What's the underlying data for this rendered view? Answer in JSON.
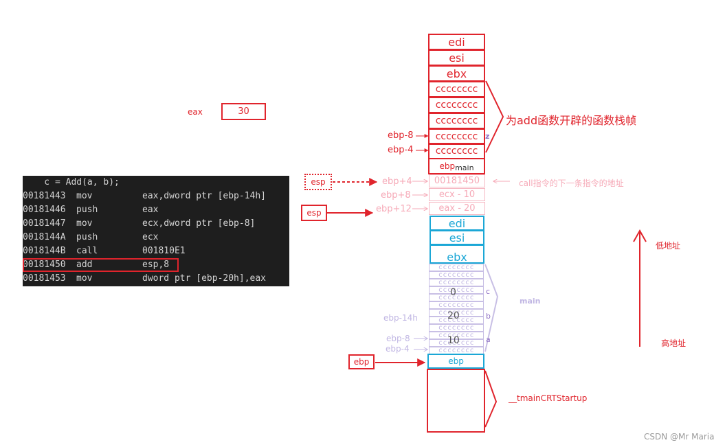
{
  "eax": {
    "label": "eax",
    "value": "30"
  },
  "code": {
    "header": "    c = Add(a, b);",
    "rows": [
      {
        "addr": "00181443",
        "op": "mov",
        "args": "eax,dword ptr [ebp-14h]"
      },
      {
        "addr": "00181446",
        "op": "push",
        "args": "eax"
      },
      {
        "addr": "00181447",
        "op": "mov",
        "args": "ecx,dword ptr [ebp-8]"
      },
      {
        "addr": "0018144A",
        "op": "push",
        "args": "ecx"
      },
      {
        "addr": "0018144B",
        "op": "call",
        "args": "001810E1"
      },
      {
        "addr": "00181450",
        "op": "add",
        "args": "esp,8"
      },
      {
        "addr": "00181453",
        "op": "mov",
        "args": "dword ptr [ebp-20h],eax"
      }
    ],
    "highlighted_row": 5
  },
  "add_frame": {
    "cells": [
      "edi",
      "esi",
      "ebx",
      "cccccccc",
      "cccccccc",
      "cccccccc",
      "cccccccc",
      "cccccccc"
    ],
    "ebp_cell": "ebp",
    "ebp_cell_sub": "main",
    "label": "为add函数开辟的函数栈帧",
    "offset_labels": [
      "ebp-8",
      "ebp-4"
    ],
    "overlay_z": "z"
  },
  "params": {
    "cells": [
      "00181450",
      "ecx - 10",
      "eax - 20"
    ],
    "offset_labels": [
      "ebp+4",
      "ebp+8",
      "ebp+12"
    ],
    "note": "call指令的下一条指令的地址",
    "esp_old": "esp",
    "esp_new": "esp"
  },
  "main_frame": {
    "regs": [
      "edi",
      "esi",
      "ebx"
    ],
    "filler": "cccccccc",
    "values": {
      "c": "0",
      "b": "20",
      "a": "10"
    },
    "var_labels": [
      "c",
      "b",
      "a"
    ],
    "label": "main",
    "offset_labels": [
      "ebp-14h",
      "ebp-8",
      "ebp-4"
    ],
    "ebp_cell": "ebp",
    "ebp_pointer": "ebp"
  },
  "startup": {
    "label": "__tmainCRTStartup"
  },
  "axis": {
    "low": "低地址",
    "high": "高地址"
  },
  "watermark": "CSDN @Mr Maria",
  "colors": {
    "red": "#e0242c",
    "pink": "#f6a9b7",
    "blue": "#1ba7d6",
    "lavender": "#c0b6e3",
    "purple": "#8e6fc4"
  }
}
